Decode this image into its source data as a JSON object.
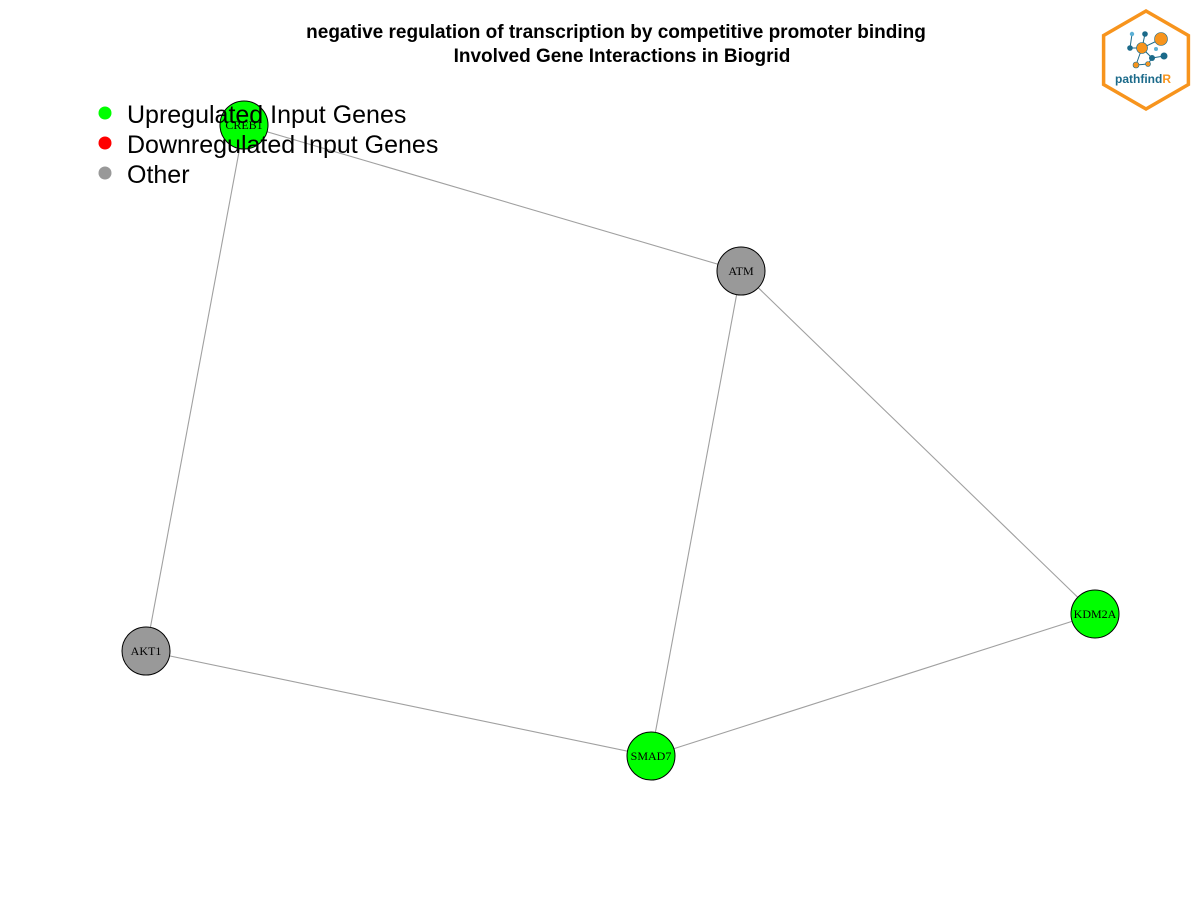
{
  "title": {
    "line1": "negative regulation of transcription by competitive promoter binding",
    "line2": "Involved Gene Interactions in Biogrid"
  },
  "legend": {
    "items": [
      {
        "label": "Upregulated Input Genes",
        "color": "#00ff00"
      },
      {
        "label": "Downregulated Input Genes",
        "color": "#ff0000"
      },
      {
        "label": "Other",
        "color": "#999999"
      }
    ]
  },
  "colors": {
    "edge": "#a0a0a0",
    "node_border": "#000000",
    "logo_orange": "#f7941d",
    "logo_blue": "#1b6a8a",
    "logo_light": "#5bb0d6"
  },
  "logo": {
    "brand_main": "pathfind",
    "brand_accent": "R",
    "icon": "network-hexagon-icon"
  },
  "network": {
    "nodes": [
      {
        "id": "CREB1",
        "label": "CREB1",
        "status": "upregulated"
      },
      {
        "id": "ATM",
        "label": "ATM",
        "status": "other"
      },
      {
        "id": "AKT1",
        "label": "AKT1",
        "status": "other"
      },
      {
        "id": "SMAD7",
        "label": "SMAD7",
        "status": "upregulated"
      },
      {
        "id": "KDM2A",
        "label": "KDM2A",
        "status": "upregulated"
      }
    ],
    "edges": [
      {
        "source": "CREB1",
        "target": "ATM"
      },
      {
        "source": "CREB1",
        "target": "AKT1"
      },
      {
        "source": "ATM",
        "target": "SMAD7"
      },
      {
        "source": "ATM",
        "target": "KDM2A"
      },
      {
        "source": "AKT1",
        "target": "SMAD7"
      },
      {
        "source": "SMAD7",
        "target": "KDM2A"
      }
    ]
  }
}
